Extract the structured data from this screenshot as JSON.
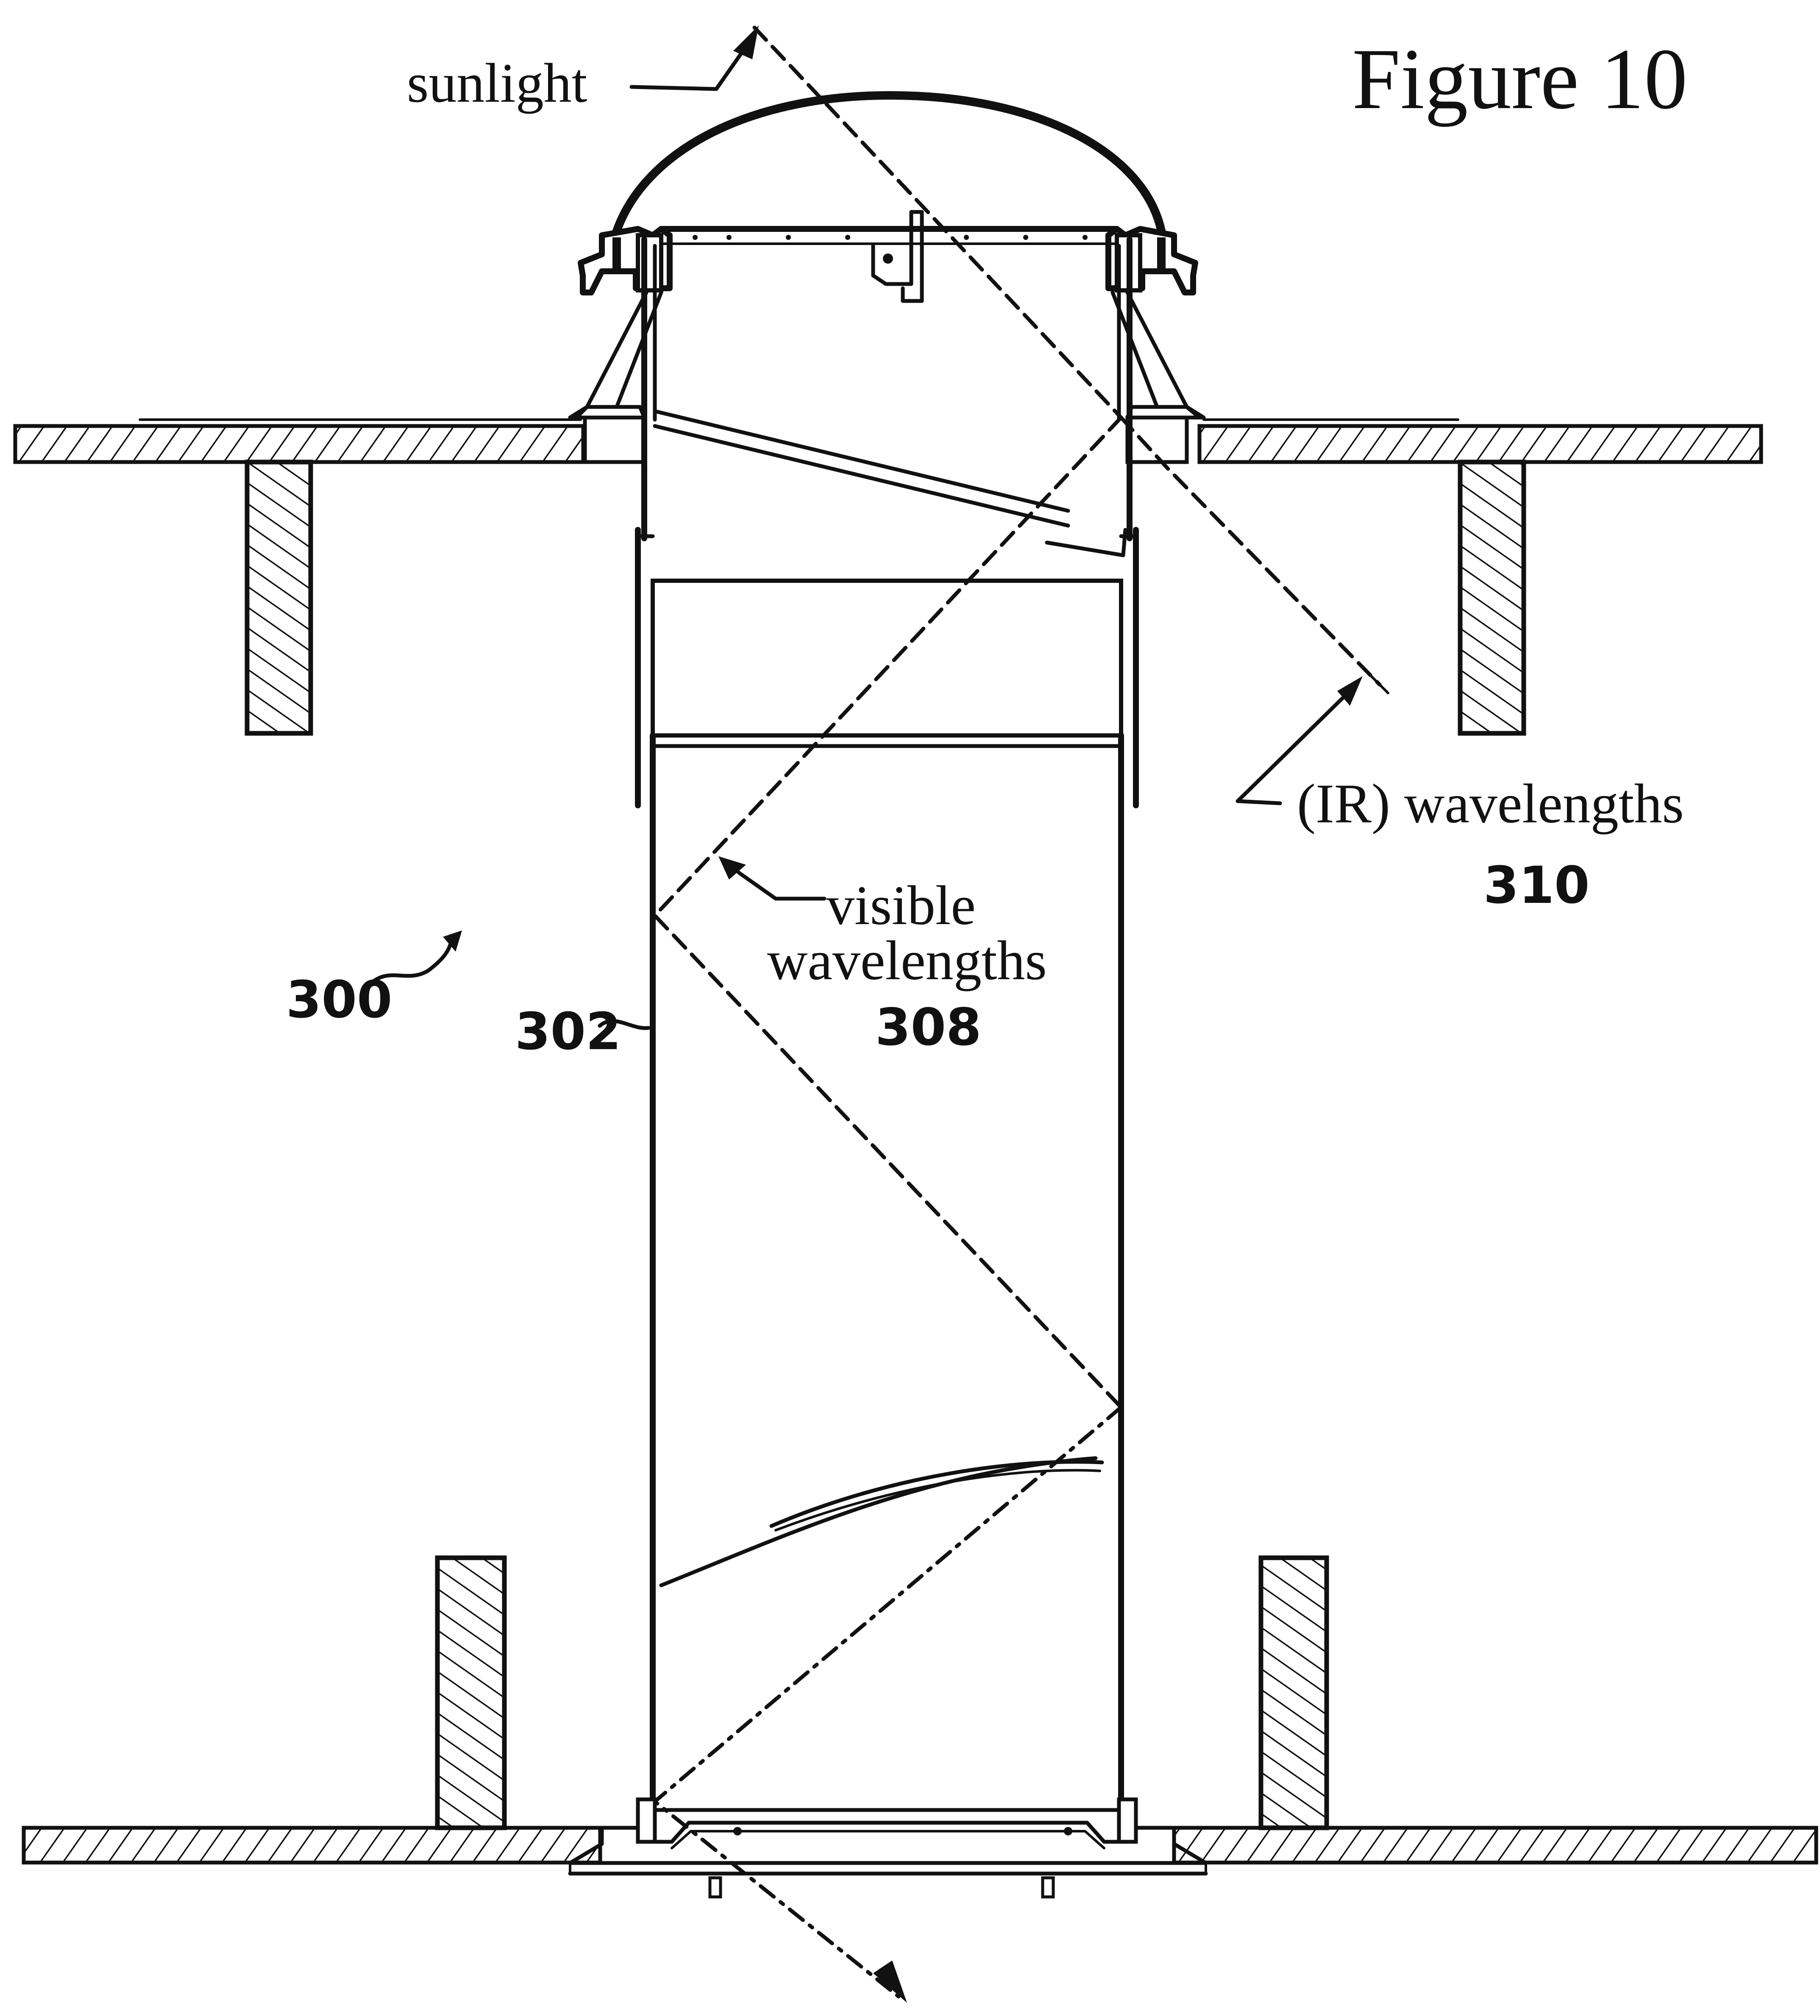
{
  "figure": {
    "title": "Figure 10"
  },
  "labels": {
    "sunlight": "sunlight",
    "ir_text": "(IR) wavelengths",
    "ir_number": "310",
    "visible_text_1": "visible",
    "visible_text_2": "wavelengths",
    "visible_number": "308",
    "device_number": "300",
    "tube_number": "302"
  }
}
